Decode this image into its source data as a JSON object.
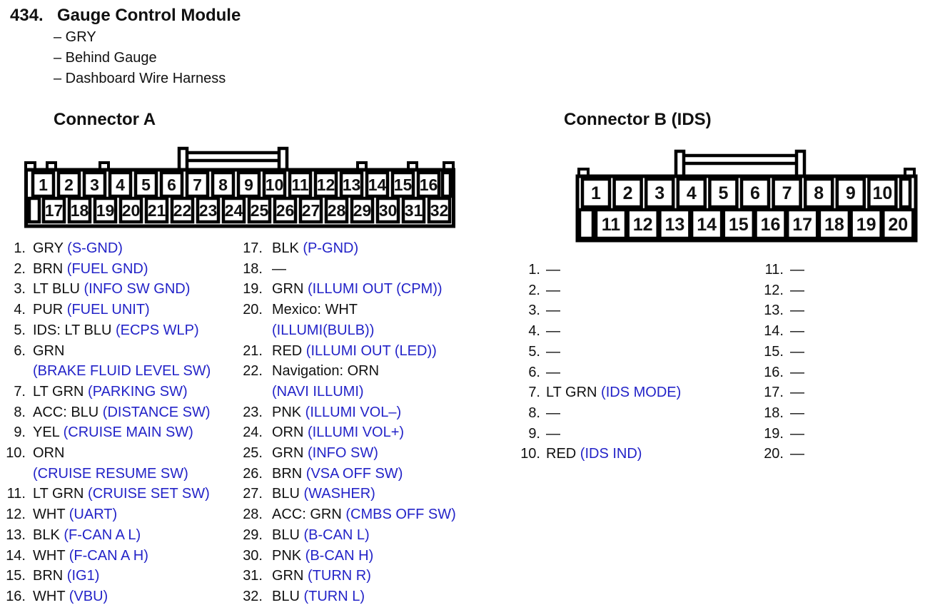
{
  "title": {
    "number": "434.",
    "name": "Gauge Control Module",
    "bullets": [
      "– GRY",
      "– Behind Gauge",
      "– Dashboard Wire Harness"
    ]
  },
  "colors": {
    "signal_blue": "#2323c8",
    "ink": "#111111",
    "diagram_line": "#000000"
  },
  "connector_a": {
    "heading": "Connector A",
    "diagram": {
      "top_pins": [
        "1",
        "2",
        "3",
        "4",
        "5",
        "6",
        "7",
        "8",
        "9",
        "10",
        "11",
        "12",
        "13",
        "14",
        "15",
        "16"
      ],
      "bottom_pins": [
        "17",
        "18",
        "19",
        "20",
        "21",
        "22",
        "23",
        "24",
        "25",
        "26",
        "27",
        "28",
        "29",
        "30",
        "31",
        "32"
      ]
    },
    "pins_col1": [
      {
        "num": "1.",
        "wire": "GRY",
        "signal": "(S-GND)",
        "wrap": false
      },
      {
        "num": "2.",
        "wire": "BRN",
        "signal": "(FUEL GND)",
        "wrap": false
      },
      {
        "num": "3.",
        "wire": "LT BLU",
        "signal": "(INFO SW GND)",
        "wrap": false
      },
      {
        "num": "4.",
        "wire": "PUR",
        "signal": "(FUEL UNIT)",
        "wrap": false
      },
      {
        "num": "5.",
        "wire": "IDS: LT BLU",
        "signal": "(ECPS WLP)",
        "wrap": false
      },
      {
        "num": "6.",
        "wire": "GRN",
        "signal": "(BRAKE FLUID LEVEL SW)",
        "wrap": true
      },
      {
        "num": "7.",
        "wire": "LT GRN",
        "signal": "(PARKING SW)",
        "wrap": false
      },
      {
        "num": "8.",
        "wire": "ACC: BLU",
        "signal": "(DISTANCE SW)",
        "wrap": false
      },
      {
        "num": "9.",
        "wire": "YEL",
        "signal": "(CRUISE MAIN SW)",
        "wrap": false
      },
      {
        "num": "10.",
        "wire": "ORN",
        "signal": "(CRUISE RESUME SW)",
        "wrap": true
      },
      {
        "num": "11.",
        "wire": "LT GRN",
        "signal": "(CRUISE SET SW)",
        "wrap": false
      },
      {
        "num": "12.",
        "wire": "WHT",
        "signal": "(UART)",
        "wrap": false
      },
      {
        "num": "13.",
        "wire": "BLK",
        "signal": "(F-CAN A L)",
        "wrap": false
      },
      {
        "num": "14.",
        "wire": "WHT",
        "signal": "(F-CAN A H)",
        "wrap": false
      },
      {
        "num": "15.",
        "wire": "BRN",
        "signal": "(IG1)",
        "wrap": false
      },
      {
        "num": "16.",
        "wire": "WHT",
        "signal": "(VBU)",
        "wrap": false
      }
    ],
    "pins_col2": [
      {
        "num": "17.",
        "wire": "BLK",
        "signal": "(P-GND)",
        "wrap": false
      },
      {
        "num": "18.",
        "wire": "—",
        "signal": "",
        "wrap": false
      },
      {
        "num": "19.",
        "wire": "GRN",
        "signal": "(ILLUMI OUT (CPM))",
        "wrap": false
      },
      {
        "num": "20.",
        "wire": "Mexico: WHT",
        "signal": "(ILLUMI(BULB))",
        "wrap": true
      },
      {
        "num": "21.",
        "wire": "RED",
        "signal": "(ILLUMI OUT (LED))",
        "wrap": false
      },
      {
        "num": "22.",
        "wire": "Navigation: ORN",
        "signal": "(NAVI ILLUMI)",
        "wrap": true
      },
      {
        "num": "23.",
        "wire": "PNK",
        "signal": "(ILLUMI VOL–)",
        "wrap": false
      },
      {
        "num": "24.",
        "wire": "ORN",
        "signal": "(ILLUMI VOL+)",
        "wrap": false
      },
      {
        "num": "25.",
        "wire": "GRN",
        "signal": "(INFO SW)",
        "wrap": false
      },
      {
        "num": "26.",
        "wire": "BRN",
        "signal": "(VSA OFF SW)",
        "wrap": false
      },
      {
        "num": "27.",
        "wire": "BLU",
        "signal": "(WASHER)",
        "wrap": false
      },
      {
        "num": "28.",
        "wire": "ACC: GRN",
        "signal": "(CMBS OFF SW)",
        "wrap": false
      },
      {
        "num": "29.",
        "wire": "BLU",
        "signal": "(B-CAN L)",
        "wrap": false
      },
      {
        "num": "30.",
        "wire": "PNK",
        "signal": "(B-CAN H)",
        "wrap": false
      },
      {
        "num": "31.",
        "wire": "GRN",
        "signal": "(TURN R)",
        "wrap": false
      },
      {
        "num": "32.",
        "wire": "BLU",
        "signal": "(TURN L)",
        "wrap": false
      }
    ]
  },
  "connector_b": {
    "heading": "Connector B (IDS)",
    "diagram": {
      "top_pins": [
        "1",
        "2",
        "3",
        "4",
        "5",
        "6",
        "7",
        "8",
        "9",
        "10"
      ],
      "bottom_pins": [
        "11",
        "12",
        "13",
        "14",
        "15",
        "16",
        "17",
        "18",
        "19",
        "20"
      ]
    },
    "pins_col1": [
      {
        "num": "1.",
        "wire": "—",
        "signal": "",
        "wrap": false
      },
      {
        "num": "2.",
        "wire": "—",
        "signal": "",
        "wrap": false
      },
      {
        "num": "3.",
        "wire": "—",
        "signal": "",
        "wrap": false
      },
      {
        "num": "4.",
        "wire": "—",
        "signal": "",
        "wrap": false
      },
      {
        "num": "5.",
        "wire": "—",
        "signal": "",
        "wrap": false
      },
      {
        "num": "6.",
        "wire": "—",
        "signal": "",
        "wrap": false
      },
      {
        "num": "7.",
        "wire": "LT GRN",
        "signal": "(IDS MODE)",
        "wrap": false
      },
      {
        "num": "8.",
        "wire": "—",
        "signal": "",
        "wrap": false
      },
      {
        "num": "9.",
        "wire": "—",
        "signal": "",
        "wrap": false
      },
      {
        "num": "10.",
        "wire": "RED",
        "signal": "(IDS IND)",
        "wrap": false
      }
    ],
    "pins_col2": [
      {
        "num": "11.",
        "wire": "—",
        "signal": "",
        "wrap": false
      },
      {
        "num": "12.",
        "wire": "—",
        "signal": "",
        "wrap": false
      },
      {
        "num": "13.",
        "wire": "—",
        "signal": "",
        "wrap": false
      },
      {
        "num": "14.",
        "wire": "—",
        "signal": "",
        "wrap": false
      },
      {
        "num": "15.",
        "wire": "—",
        "signal": "",
        "wrap": false
      },
      {
        "num": "16.",
        "wire": "—",
        "signal": "",
        "wrap": false
      },
      {
        "num": "17.",
        "wire": "—",
        "signal": "",
        "wrap": false
      },
      {
        "num": "18.",
        "wire": "—",
        "signal": "",
        "wrap": false
      },
      {
        "num": "19.",
        "wire": "—",
        "signal": "",
        "wrap": false
      },
      {
        "num": "20.",
        "wire": "—",
        "signal": "",
        "wrap": false
      }
    ]
  }
}
